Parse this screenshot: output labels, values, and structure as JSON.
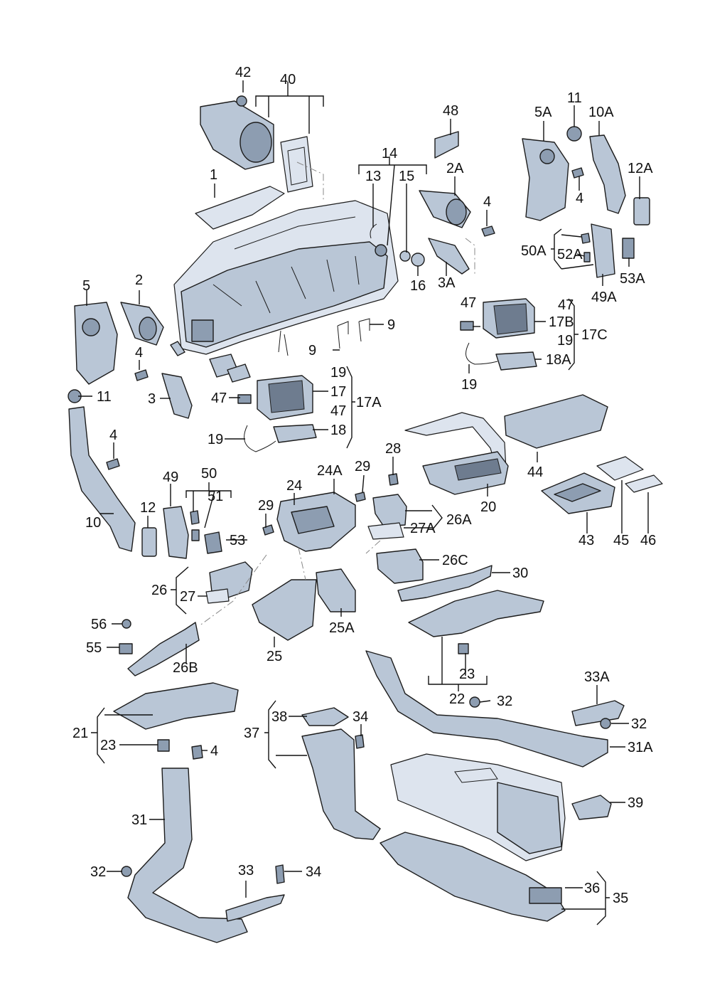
{
  "diagram": {
    "callouts": [
      {
        "id": "c42",
        "text": "42"
      },
      {
        "id": "c40",
        "text": "40"
      },
      {
        "id": "c1",
        "text": "1"
      },
      {
        "id": "c14",
        "text": "14"
      },
      {
        "id": "c13",
        "text": "13"
      },
      {
        "id": "c15",
        "text": "15"
      },
      {
        "id": "c2a",
        "text": "2A"
      },
      {
        "id": "c48",
        "text": "48"
      },
      {
        "id": "c5a",
        "text": "5A"
      },
      {
        "id": "c11a",
        "text": "11"
      },
      {
        "id": "c10a",
        "text": "10A"
      },
      {
        "id": "c12a",
        "text": "12A"
      },
      {
        "id": "c4a",
        "text": "4"
      },
      {
        "id": "c4b",
        "text": "4"
      },
      {
        "id": "c50a",
        "text": "50A"
      },
      {
        "id": "c52a",
        "text": "52A"
      },
      {
        "id": "c53a",
        "text": "53A"
      },
      {
        "id": "c49a",
        "text": "49A"
      },
      {
        "id": "c16",
        "text": "16"
      },
      {
        "id": "c3a",
        "text": "3A"
      },
      {
        "id": "c5",
        "text": "5"
      },
      {
        "id": "c2",
        "text": "2"
      },
      {
        "id": "c4c",
        "text": "4"
      },
      {
        "id": "c3",
        "text": "3"
      },
      {
        "id": "c11b",
        "text": "11"
      },
      {
        "id": "c9a",
        "text": "9"
      },
      {
        "id": "c9b",
        "text": "9"
      },
      {
        "id": "c47a",
        "text": "47"
      },
      {
        "id": "c47b",
        "text": "47"
      },
      {
        "id": "c17b",
        "text": "17B"
      },
      {
        "id": "c19a",
        "text": "19"
      },
      {
        "id": "c17c",
        "text": "17C"
      },
      {
        "id": "c18a",
        "text": "18A"
      },
      {
        "id": "c19b",
        "text": "19"
      },
      {
        "id": "c19c",
        "text": "19"
      },
      {
        "id": "c47c",
        "text": "47"
      },
      {
        "id": "c17",
        "text": "17"
      },
      {
        "id": "c17a",
        "text": "17A"
      },
      {
        "id": "c47d",
        "text": "47"
      },
      {
        "id": "c19d",
        "text": "19"
      },
      {
        "id": "c18",
        "text": "18"
      },
      {
        "id": "c4d",
        "text": "4"
      },
      {
        "id": "c28",
        "text": "28"
      },
      {
        "id": "c44",
        "text": "44"
      },
      {
        "id": "c24a",
        "text": "24A"
      },
      {
        "id": "c29a",
        "text": "29"
      },
      {
        "id": "c24",
        "text": "24"
      },
      {
        "id": "c29b",
        "text": "29"
      },
      {
        "id": "c49",
        "text": "49"
      },
      {
        "id": "c50",
        "text": "50"
      },
      {
        "id": "c51",
        "text": "51"
      },
      {
        "id": "c12",
        "text": "12"
      },
      {
        "id": "c10",
        "text": "10"
      },
      {
        "id": "c53",
        "text": "53"
      },
      {
        "id": "c26a",
        "text": "26A"
      },
      {
        "id": "c27a",
        "text": "27A"
      },
      {
        "id": "c20",
        "text": "20"
      },
      {
        "id": "c43",
        "text": "43"
      },
      {
        "id": "c45",
        "text": "45"
      },
      {
        "id": "c46",
        "text": "46"
      },
      {
        "id": "c26c",
        "text": "26C"
      },
      {
        "id": "c30",
        "text": "30"
      },
      {
        "id": "c26",
        "text": "26"
      },
      {
        "id": "c27",
        "text": "27"
      },
      {
        "id": "c25a",
        "text": "25A"
      },
      {
        "id": "c56",
        "text": "56"
      },
      {
        "id": "c55",
        "text": "55"
      },
      {
        "id": "c26b",
        "text": "26B"
      },
      {
        "id": "c25",
        "text": "25"
      },
      {
        "id": "c23a",
        "text": "23"
      },
      {
        "id": "c22",
        "text": "22"
      },
      {
        "id": "c32a",
        "text": "32"
      },
      {
        "id": "c33a",
        "text": "33A"
      },
      {
        "id": "c32b",
        "text": "32"
      },
      {
        "id": "c31a",
        "text": "31A"
      },
      {
        "id": "c21",
        "text": "21"
      },
      {
        "id": "c23b",
        "text": "23"
      },
      {
        "id": "c4e",
        "text": "4"
      },
      {
        "id": "c38",
        "text": "38"
      },
      {
        "id": "c34a",
        "text": "34"
      },
      {
        "id": "c37",
        "text": "37"
      },
      {
        "id": "c39",
        "text": "39"
      },
      {
        "id": "c31",
        "text": "31"
      },
      {
        "id": "c32c",
        "text": "32"
      },
      {
        "id": "c33",
        "text": "33"
      },
      {
        "id": "c34b",
        "text": "34"
      },
      {
        "id": "c36",
        "text": "36"
      },
      {
        "id": "c35",
        "text": "35"
      }
    ]
  }
}
